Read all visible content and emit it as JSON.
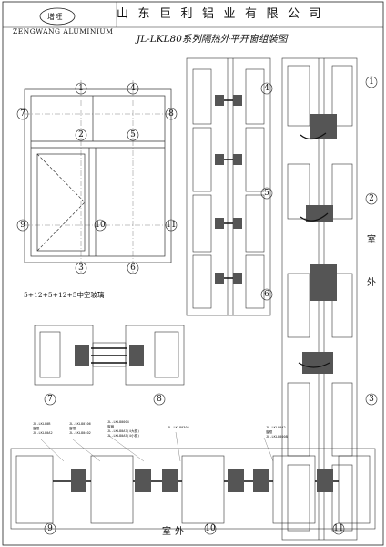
{
  "header": {
    "logo_text": "增旺",
    "logo_caption": "ZENGWANG ALUMINIUM",
    "company_name": "山东巨利铝业有限公司",
    "drawing_title": "JL-LKL80系列隔热外平开窗组装图"
  },
  "elevation": {
    "glass_note": "5+12+5+12+5中空玻璃"
  },
  "sections": {
    "outdoor_right": "室外",
    "outdoor_bottom": "室外"
  },
  "section_markers": [
    "1",
    "2",
    "3",
    "4",
    "5",
    "6",
    "7",
    "8",
    "9",
    "10",
    "11"
  ],
  "part_labels": [
    "JL-LKL80B",
    "窗框",
    "JL-LKL80A2",
    "JL-LKL80106",
    "窗框",
    "JL-LKL80402",
    "JL-LKL80004",
    "窗扇",
    "JL-LKL80A7(4大梃)",
    "JL-LKL80A5(4小梃)",
    "JL-LKL80305",
    "JL-LKL80A2",
    "窗框",
    "JL-LKL80008"
  ]
}
